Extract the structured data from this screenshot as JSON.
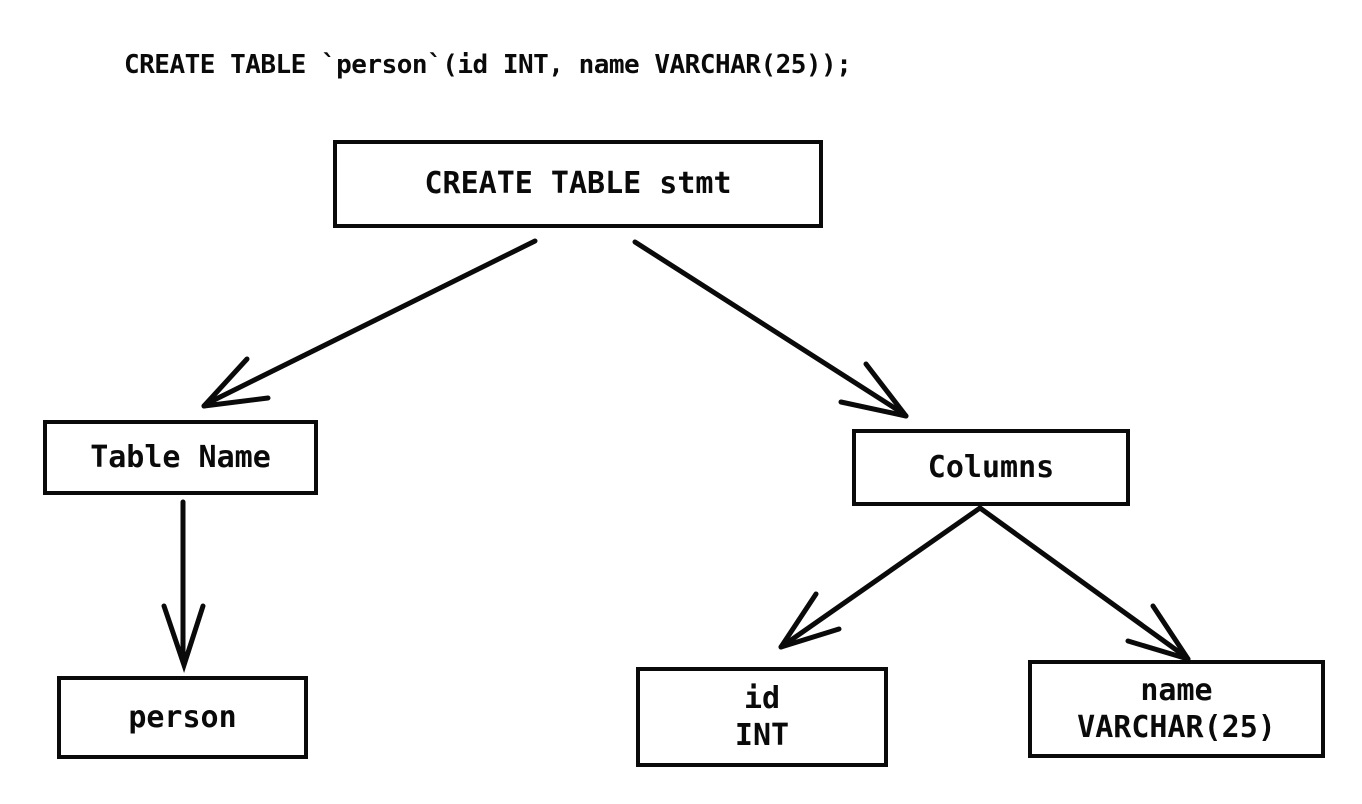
{
  "sql_statement": "CREATE TABLE `person`(id INT, name VARCHAR(25));",
  "tree": {
    "root": {
      "label": "CREATE TABLE stmt"
    },
    "table_name": {
      "label": "Table Name"
    },
    "columns": {
      "label": "Columns"
    },
    "person": {
      "label": "person"
    },
    "id_column": {
      "lines": [
        "id",
        "INT"
      ]
    },
    "name_column": {
      "lines": [
        "name",
        "VARCHAR(25)"
      ]
    }
  },
  "edges": [
    {
      "from": "CREATE TABLE stmt",
      "to": "Table Name"
    },
    {
      "from": "CREATE TABLE stmt",
      "to": "Columns"
    },
    {
      "from": "Table Name",
      "to": "person"
    },
    {
      "from": "Columns",
      "to": "id INT"
    },
    {
      "from": "Columns",
      "to": "name VARCHAR(25)"
    }
  ],
  "colors": {
    "background": "#ffffff",
    "line": "#0a0a0a",
    "text": "#0a0a0a"
  }
}
